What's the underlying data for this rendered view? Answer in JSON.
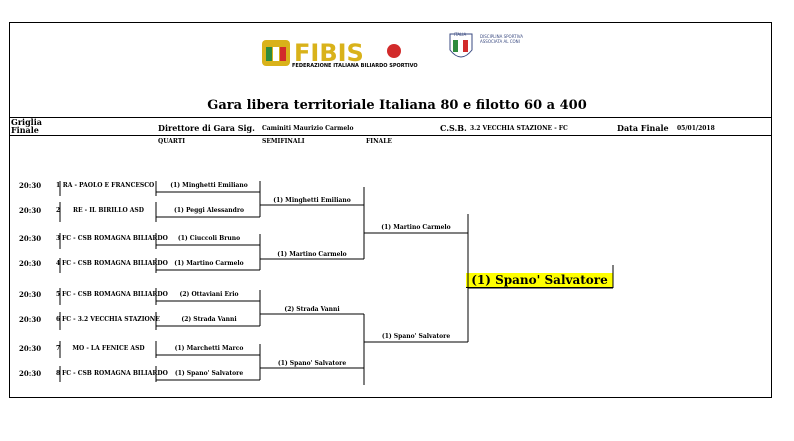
{
  "header": {
    "federation_name": "FEDERAZIONE ITALIANA BILIARDO SPORTIVO",
    "coni_text": "ITALIA",
    "coni_sub": "DISCIPLINA SPORTIVA ASSOCIATA AL CONI",
    "title": "Gara libera territoriale Italiana 80 e filotto 60 a 400"
  },
  "info": {
    "griglia_label": "Griglia Finale",
    "director_label": "Direttore di Gara Sig.",
    "director_name": "Caminiti Maurizio Carmelo",
    "csb_label": "C.S.B.",
    "csb_name": "3.2 VECCHIA STAZIONE - FC",
    "final_date_label": "Data Finale",
    "final_date": "05/01/2018"
  },
  "rounds": {
    "quarti": "QUARTI",
    "semifinali": "SEMIFINALI",
    "finale": "FINALE"
  },
  "players": [
    {
      "time": "20:30",
      "num": "1",
      "club": "RA - PAOLO E FRANCESCO",
      "name": "(1) Minghetti Emiliano"
    },
    {
      "time": "20:30",
      "num": "2",
      "club": "RE - IL BIRILLO ASD",
      "name": "(1) Peggi Alessandro"
    },
    {
      "time": "20:30",
      "num": "3",
      "club": "FC - CSB ROMAGNA BILIARDO",
      "name": "(1) Ciuccoli Bruno"
    },
    {
      "time": "20:30",
      "num": "4",
      "club": "FC - CSB ROMAGNA BILIARDO",
      "name": "(1) Martino Carmelo"
    },
    {
      "time": "20:30",
      "num": "5",
      "club": "FC - CSB ROMAGNA BILIARDO",
      "name": "(2) Ottaviani Erio"
    },
    {
      "time": "20:30",
      "num": "6",
      "club": "FC - 3.2 VECCHIA STAZIONE",
      "name": "(2) Strada Vanni"
    },
    {
      "time": "20:30",
      "num": "7",
      "club": "MO - LA FENICE ASD",
      "name": "(1) Marchetti Marco"
    },
    {
      "time": "20:30",
      "num": "8",
      "club": "FC - CSB ROMAGNA BILIARDO",
      "name": "(1) Spano' Salvatore"
    }
  ],
  "semis": [
    "(1) Minghetti Emiliano",
    "(1) Martino Carmelo",
    "(2) Strada Vanni",
    "(1) Spano' Salvatore"
  ],
  "finals": [
    "(1) Martino Carmelo",
    "(1) Spano' Salvatore"
  ],
  "winner": "(1) Spano' Salvatore",
  "colors": {
    "winner_bg": "#ffff00",
    "logo_gold": "#d9b21a",
    "logo_red": "#d22b2b",
    "italy_green": "#2e8b3d"
  }
}
